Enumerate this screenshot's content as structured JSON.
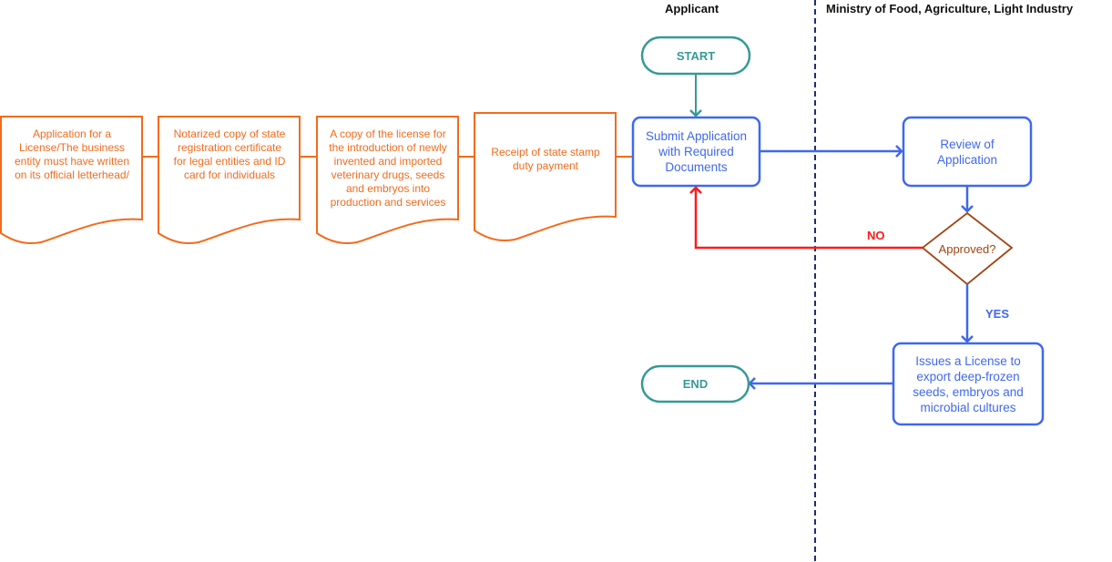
{
  "lanes": {
    "applicant": "Applicant",
    "ministry": "Ministry of Food, Agriculture, Light Industry"
  },
  "colors": {
    "document": "#f26b1d",
    "process": "#3f68ee",
    "terminal": "#369a96",
    "decision": "#a04412",
    "no_edge": "#ff1a1a",
    "lane_divider": "#1a2f7a"
  },
  "nodes": {
    "start": "START",
    "end": "END",
    "submit": "Submit Application\nwith Required\nDocuments",
    "review": "Review of\nApplication",
    "decision": "Approved?",
    "issue": "Issues a License to\nexport deep-frozen\nseeds, embryos and\nmicrobial cultures"
  },
  "documents": [
    "Application for a\nLicense/The business\nentity must have written\non its official letterhead/",
    "Notarized copy of state\nregistration certificate\nfor legal entities and ID\ncard for individuals",
    "A copy of the license for\nthe introduction of newly\ninvented and imported\nveterinary drugs, seeds\nand embryos into\nproduction and services",
    "Receipt of state stamp\nduty payment"
  ],
  "edge_labels": {
    "no": "NO",
    "yes": "YES"
  }
}
